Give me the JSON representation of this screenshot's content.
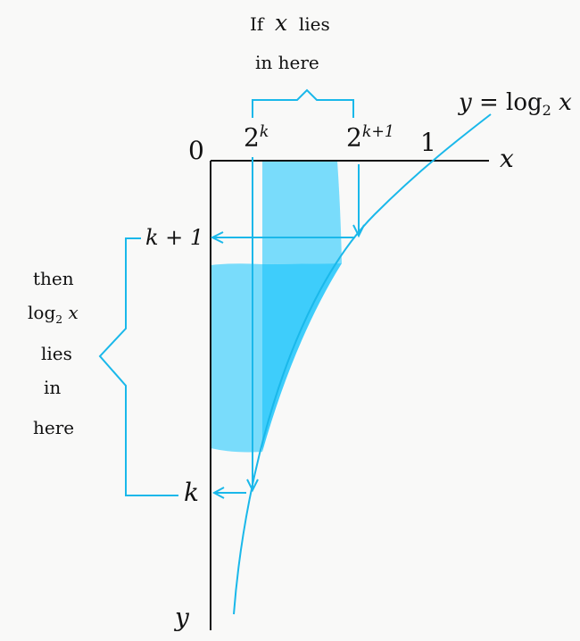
{
  "top_note": {
    "line1_pre": "If",
    "line1_var": "x",
    "line1_post": "lies",
    "line2": "in here"
  },
  "side_note": {
    "line1": "then",
    "line2_func": "log",
    "line2_base": "2",
    "line2_var": "x",
    "line3": "lies",
    "line4": "in",
    "line5": "here"
  },
  "axes": {
    "origin": "0",
    "x_label": "x",
    "y_label": "y",
    "one": "1"
  },
  "ticks": {
    "two_k_base": "2",
    "two_k_exp": "k",
    "two_k1_base": "2",
    "two_k1_exp": "k+1",
    "k_plus_1": "k + 1",
    "k": "k"
  },
  "curve_label": {
    "lhs": "y",
    "eq": "=",
    "func": "log",
    "base": "2",
    "var": "x"
  },
  "colors": {
    "accent": "#1ab8ea",
    "shade_light": "#79dcfb",
    "shade_dark": "#3ecdfb",
    "ink": "#111111"
  }
}
